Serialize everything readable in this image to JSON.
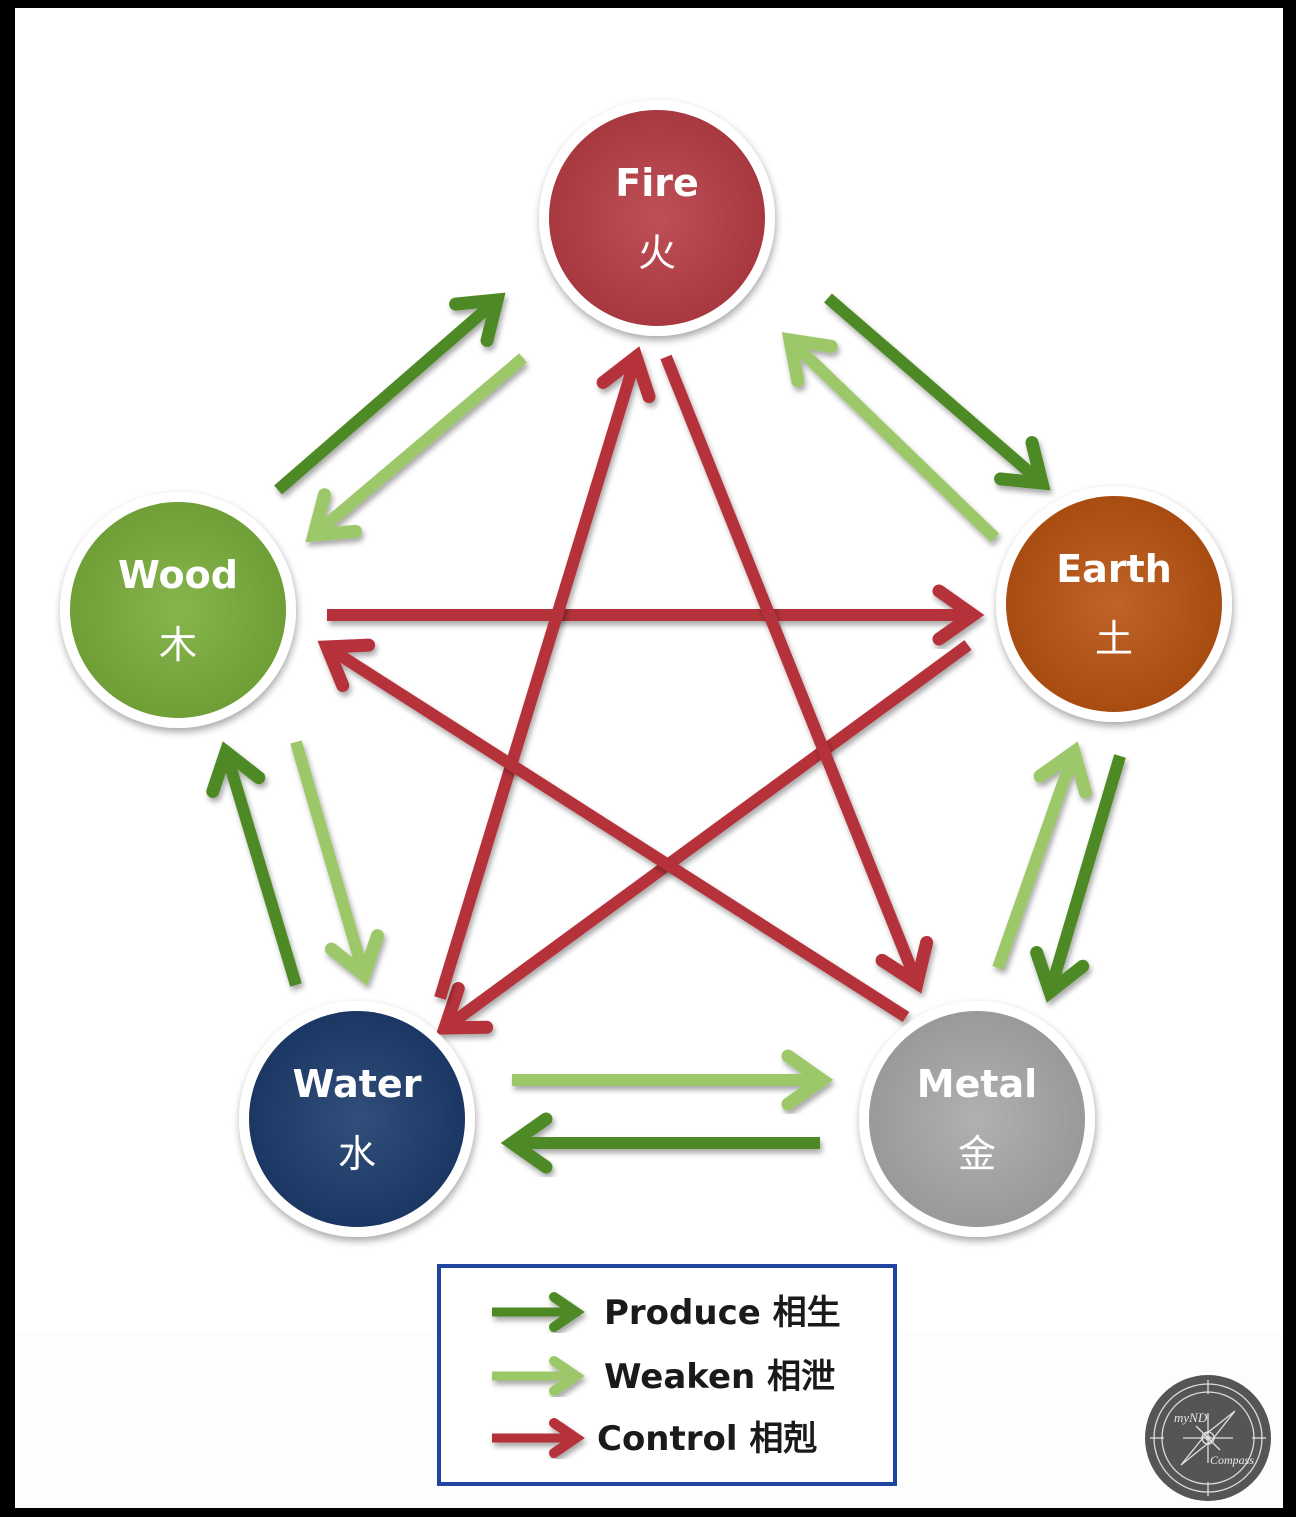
{
  "diagram": {
    "title": "Five Elements (Wu Xing) Cycle",
    "elements": [
      {
        "id": "fire",
        "label": "Fire",
        "chinese": "火",
        "color": "#b83c44"
      },
      {
        "id": "earth",
        "label": "Earth",
        "chinese": "土",
        "color": "#b85210"
      },
      {
        "id": "metal",
        "label": "Metal",
        "chinese": "金",
        "color": "#a8a8a8"
      },
      {
        "id": "water",
        "label": "Water",
        "chinese": "水",
        "color": "#1b3a6b"
      },
      {
        "id": "wood",
        "label": "Wood",
        "chinese": "木",
        "color": "#7aad3a"
      }
    ],
    "relations": [
      {
        "type": "produce",
        "from": "wood",
        "to": "fire"
      },
      {
        "type": "produce",
        "from": "fire",
        "to": "earth"
      },
      {
        "type": "produce",
        "from": "earth",
        "to": "metal"
      },
      {
        "type": "produce",
        "from": "metal",
        "to": "water"
      },
      {
        "type": "produce",
        "from": "water",
        "to": "wood"
      },
      {
        "type": "weaken",
        "from": "fire",
        "to": "wood"
      },
      {
        "type": "weaken",
        "from": "earth",
        "to": "fire"
      },
      {
        "type": "weaken",
        "from": "metal",
        "to": "earth"
      },
      {
        "type": "weaken",
        "from": "water",
        "to": "metal"
      },
      {
        "type": "weaken",
        "from": "wood",
        "to": "water"
      },
      {
        "type": "control",
        "from": "wood",
        "to": "earth"
      },
      {
        "type": "control",
        "from": "earth",
        "to": "water"
      },
      {
        "type": "control",
        "from": "water",
        "to": "fire"
      },
      {
        "type": "control",
        "from": "fire",
        "to": "metal"
      },
      {
        "type": "control",
        "from": "metal",
        "to": "wood"
      }
    ]
  },
  "legend": {
    "items": [
      {
        "type": "produce",
        "label": "Produce 相生",
        "color": "#4e8a25"
      },
      {
        "type": "weaken",
        "label": "Weaken 相泄",
        "color": "#9cc869"
      },
      {
        "type": "control",
        "label": "Control 相剋",
        "color": "#b5323a"
      }
    ],
    "border_color": "#1f45a0"
  },
  "logo": {
    "text_top": "myND",
    "text_bottom": "Compass"
  }
}
